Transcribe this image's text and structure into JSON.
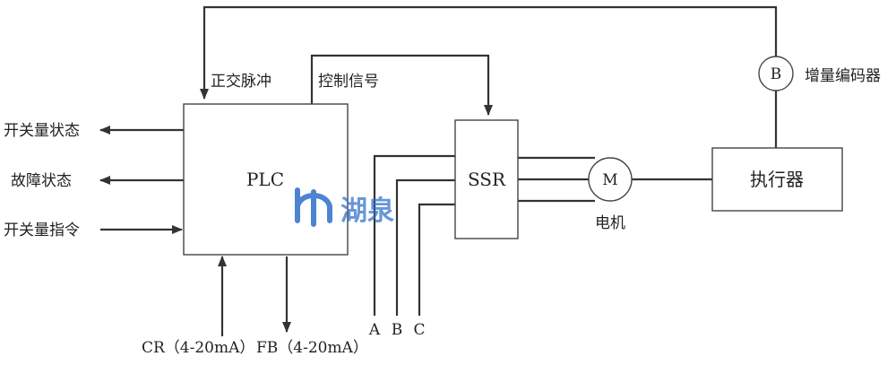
{
  "blocks": {
    "plc": "PLC",
    "ssr": "SSR",
    "motor_symbol": "M",
    "encoder_symbol": "B",
    "actuator": "执行器"
  },
  "labels": {
    "quadrature_pulse": "正交脉冲",
    "control_signal": "控制信号",
    "encoder": "增量编码器",
    "motor": "电机",
    "switch_state": "开关量状态",
    "fault_state": "故障状态",
    "switch_command": "开关量指令",
    "cr": "CR（4-20mA）",
    "fb": "FB（4-20mA）",
    "phase_a": "A",
    "phase_b": "B",
    "phase_c": "C"
  },
  "watermark": {
    "text": "湖泉",
    "color": "#2f6fc9"
  }
}
